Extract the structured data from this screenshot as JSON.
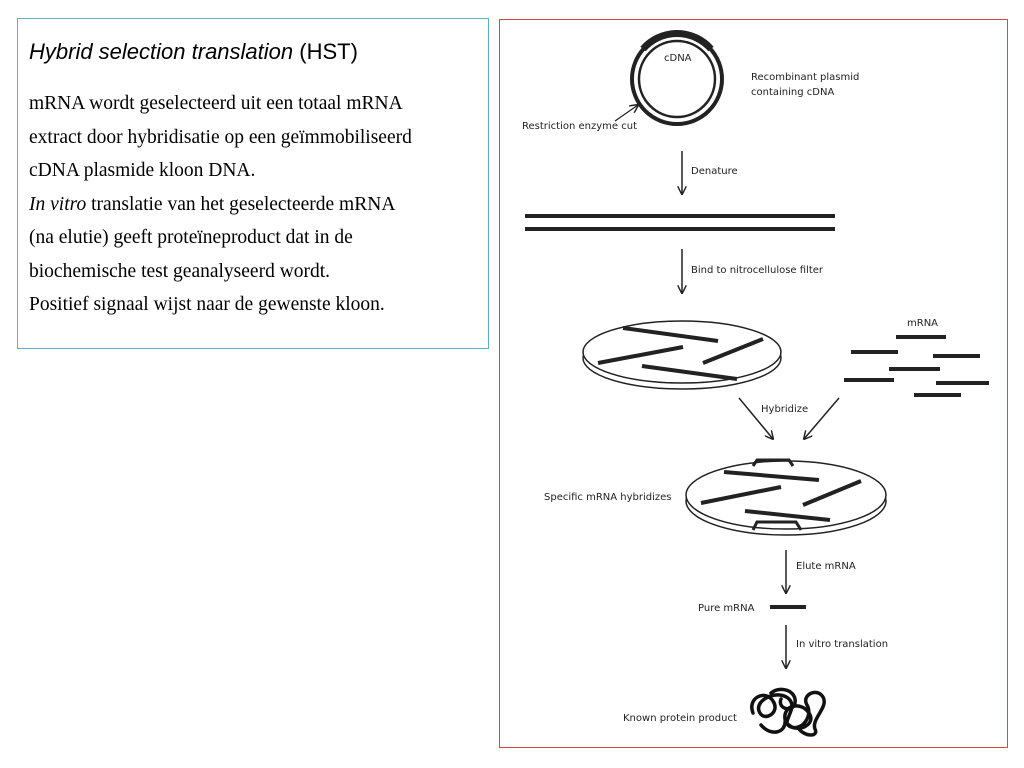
{
  "slide": {
    "title_italic": "Hybrid selection translation",
    "title_rest": "(HST)",
    "paragraph1": [
      "mRNA wordt geselecteerd uit een totaal mRNA",
      "extract door hybridisatie op een geïmmobiliseerd",
      "cDNA plasmide kloon DNA."
    ],
    "paragraph2_italic": "In vitro",
    "paragraph2": [
      "translatie van het geselecteerde mRNA",
      "(na elutie) geeft proteïneproduct dat in de",
      "biochemische test geanalyseerd wordt."
    ],
    "paragraph3": "Positief signaal wijst naar de gewenste kloon."
  },
  "figure": {
    "cdna": "cDNA",
    "plasmid_line1": "Recombinant plasmid",
    "plasmid_line2": "containing cDNA",
    "restriction": "Restriction enzyme cut",
    "denature": "Denature",
    "bind": "Bind to nitrocellulose filter",
    "mrna": "mRNA",
    "hybridize": "Hybridize",
    "specific": "Specific mRNA hybridizes",
    "elute": "Elute mRNA",
    "pure": "Pure mRNA",
    "invitro": "In vitro translation",
    "known": "Known protein product"
  }
}
